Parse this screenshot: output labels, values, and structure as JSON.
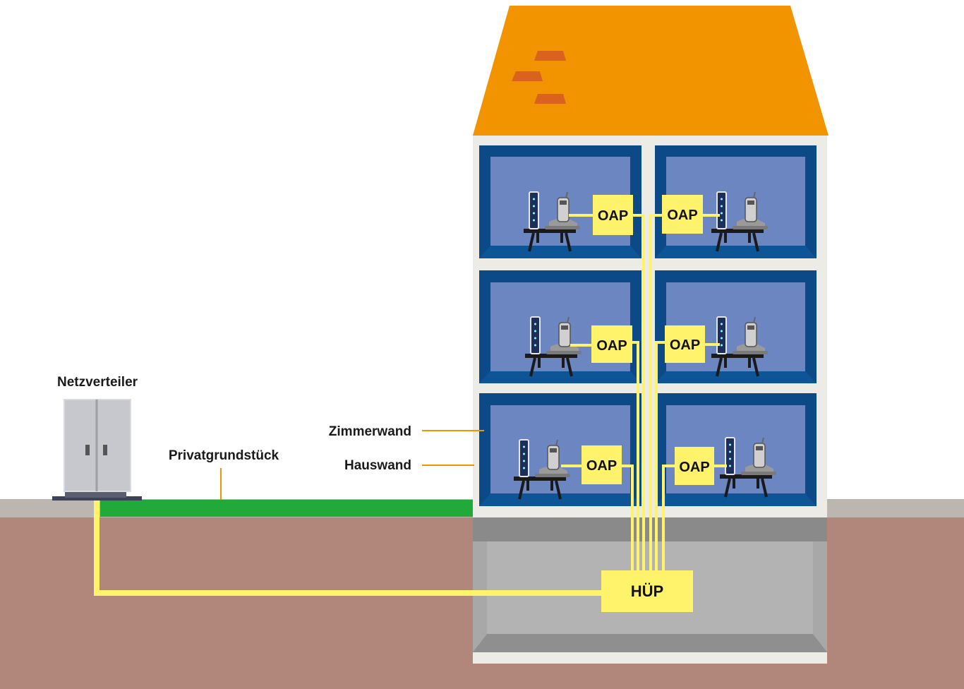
{
  "labels": {
    "netzverteiler": "Netzverteiler",
    "privatgrundstueck": "Privatgrundstück",
    "zimmerwand": "Zimmerwand",
    "hauswand": "Hauswand"
  },
  "boxes": {
    "oap": [
      "OAP",
      "OAP",
      "OAP",
      "OAP",
      "OAP",
      "OAP"
    ],
    "hup": "HÜP"
  },
  "colors": {
    "roof": "#f29400",
    "roof_tiles": "#d9621e",
    "room_frame": "#0b4a86",
    "room_inner": "#6b86c0",
    "house_wall": "#ecebe6",
    "basement": "#b0b0b0",
    "soil": "#b0877a",
    "ground": "#bcb6b0",
    "grass": "#1faa3a",
    "cable": "#fff36b",
    "oap_box": "#fff36b",
    "leader_line": "#f29400"
  },
  "icons": [
    "router-icon",
    "telephone-icon",
    "table-icon",
    "cabinet-icon"
  ]
}
